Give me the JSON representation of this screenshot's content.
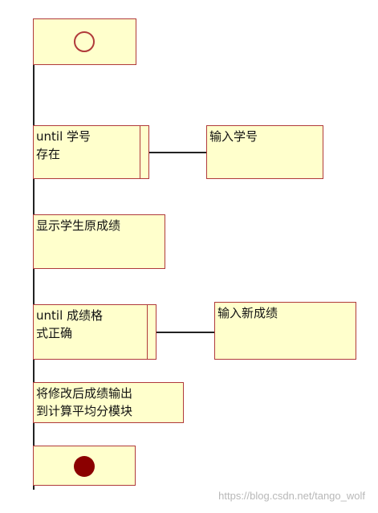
{
  "diagram": {
    "loop1_label": "until 学号\n存在",
    "input_id_label": "输入学号",
    "show_scores_label": "显示学生原成绩",
    "loop2_label": "until 成绩格\n式正确",
    "input_new_label": "输入新成绩",
    "output_label": "将修改后成绩输出\n到计算平均分模块",
    "colors": {
      "box_fill": "#ffffcc",
      "box_border": "#b03a3a",
      "end_dot": "#8b0000"
    }
  },
  "watermark": "https://blog.csdn.net/tango_wolf"
}
